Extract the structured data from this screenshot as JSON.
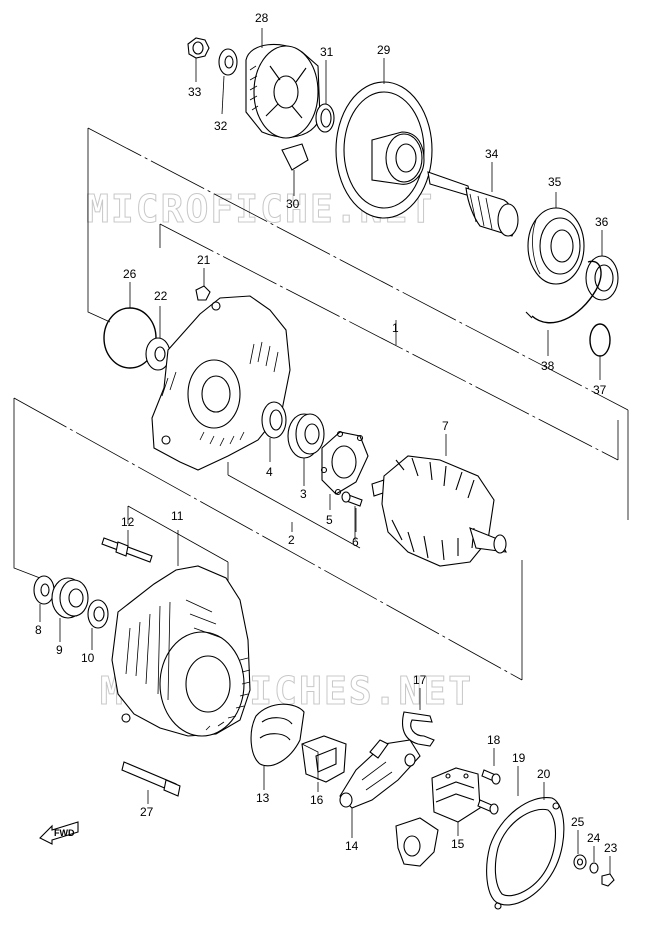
{
  "diagram": {
    "watermarks": [
      "MICROFICHE.NET",
      "MICROFICHES.NET"
    ],
    "direction_label": "FWD",
    "callouts": [
      {
        "id": "c28",
        "text": "28"
      },
      {
        "id": "c31",
        "text": "31"
      },
      {
        "id": "c29",
        "text": "29"
      },
      {
        "id": "c33",
        "text": "33"
      },
      {
        "id": "c32",
        "text": "32"
      },
      {
        "id": "c30",
        "text": "30"
      },
      {
        "id": "c34",
        "text": "34"
      },
      {
        "id": "c35",
        "text": "35"
      },
      {
        "id": "c36",
        "text": "36"
      },
      {
        "id": "c21",
        "text": "21"
      },
      {
        "id": "c26",
        "text": "26"
      },
      {
        "id": "c22",
        "text": "22"
      },
      {
        "id": "c1",
        "text": "1"
      },
      {
        "id": "c38",
        "text": "38"
      },
      {
        "id": "c37",
        "text": "37"
      },
      {
        "id": "c7",
        "text": "7"
      },
      {
        "id": "c4",
        "text": "4"
      },
      {
        "id": "c3",
        "text": "3"
      },
      {
        "id": "c5",
        "text": "5"
      },
      {
        "id": "c6",
        "text": "6"
      },
      {
        "id": "c2",
        "text": "2"
      },
      {
        "id": "c12",
        "text": "12"
      },
      {
        "id": "c11",
        "text": "11"
      },
      {
        "id": "c8",
        "text": "8"
      },
      {
        "id": "c9",
        "text": "9"
      },
      {
        "id": "c10",
        "text": "10"
      },
      {
        "id": "c17",
        "text": "17"
      },
      {
        "id": "c18",
        "text": "18"
      },
      {
        "id": "c19",
        "text": "19"
      },
      {
        "id": "c20",
        "text": "20"
      },
      {
        "id": "c27",
        "text": "27"
      },
      {
        "id": "c13",
        "text": "13"
      },
      {
        "id": "c16",
        "text": "16"
      },
      {
        "id": "c14",
        "text": "14"
      },
      {
        "id": "c15",
        "text": "15"
      },
      {
        "id": "c25",
        "text": "25"
      },
      {
        "id": "c24",
        "text": "24"
      },
      {
        "id": "c23",
        "text": "23"
      }
    ]
  }
}
